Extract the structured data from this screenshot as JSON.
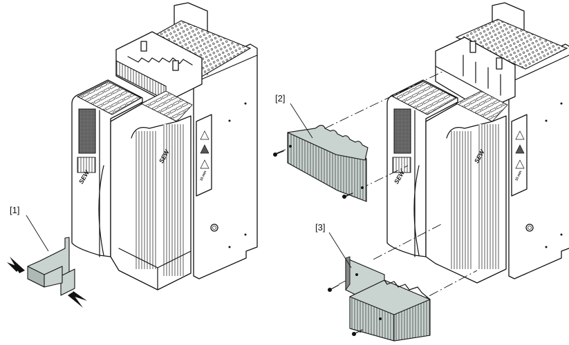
{
  "diagram": {
    "title": "Installing protective covers on inverter",
    "left_assembly": {
      "callout": "[1]",
      "logo_front": "SEW",
      "logo_side": "SEW",
      "warning_time": "10 min"
    },
    "right_assembly": {
      "callouts": [
        "[2]",
        "[3]"
      ],
      "logo_front": "SEW",
      "logo_side": "SEW",
      "warning_time": "10 min"
    }
  },
  "colors": {
    "line": "#111111",
    "cover_fill": "#c9d3d0",
    "cover_shade": "#aeb9b6",
    "background": "#ffffff"
  }
}
